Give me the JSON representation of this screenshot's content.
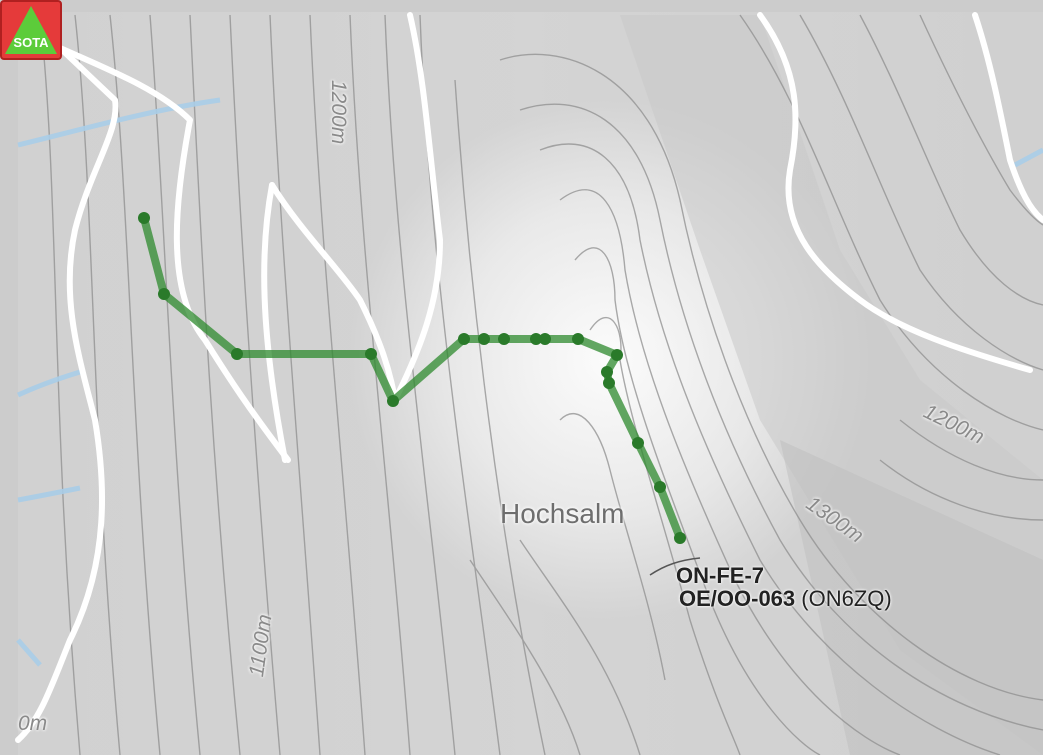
{
  "map": {
    "peak_name": "Hochsalm",
    "summit": {
      "label": "ON-FE-7",
      "reference": "OE/OO-063",
      "activator": "(ON6ZQ)",
      "badge_text": "SOTA",
      "badge_bg": "#e53a3a",
      "badge_triangle": "#5ccc3a"
    },
    "contour_labels": [
      {
        "id": "elev-1200-top",
        "text": "1200m"
      },
      {
        "id": "elev-1200-right",
        "text": "1200m"
      },
      {
        "id": "elev-1300",
        "text": "1300m"
      },
      {
        "id": "elev-1100",
        "text": "1100m"
      },
      {
        "id": "elev-edge",
        "text": "0m"
      }
    ],
    "track_color": "#2e8a2e",
    "cross_color": "#e53030",
    "icons": [
      "hiker-icon",
      "cross-icon",
      "sota-icon"
    ]
  }
}
